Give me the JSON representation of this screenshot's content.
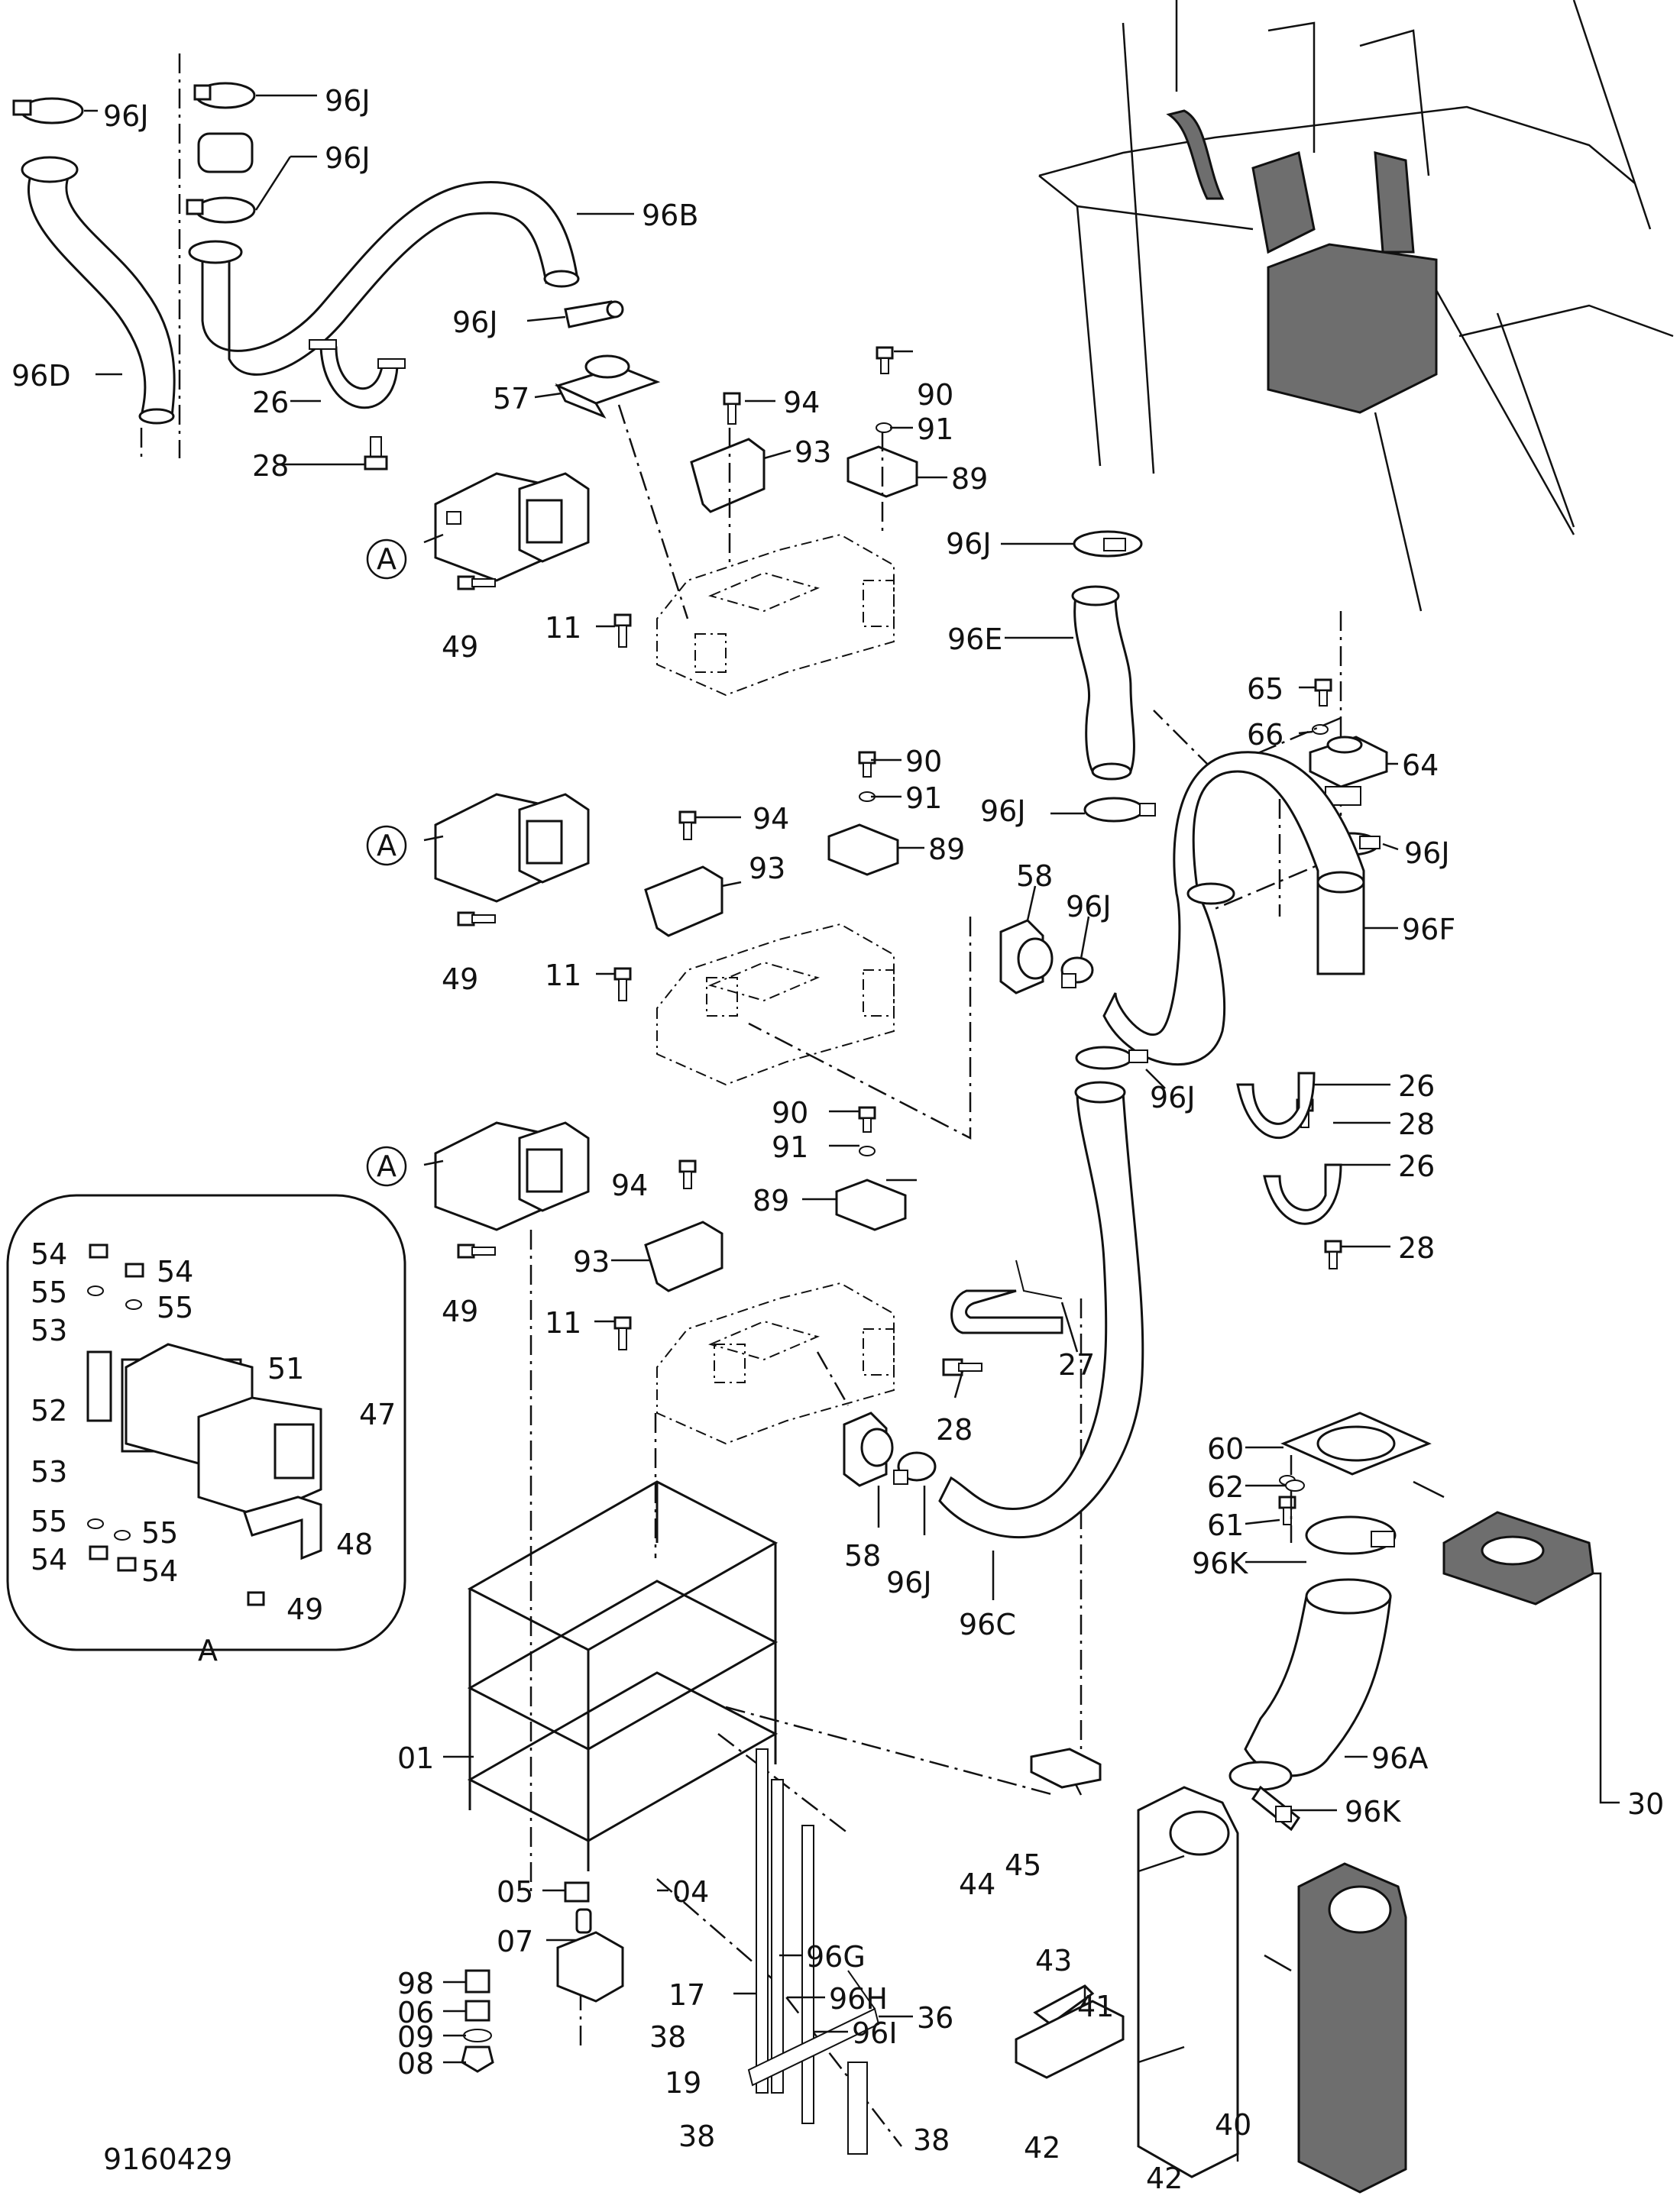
{
  "drawing": {
    "number": "9160429",
    "detail_view_title": "A"
  },
  "labels": {
    "l96J_a": "96J",
    "l96J_b": "96J",
    "l96J_c": "96J",
    "l96B": "96B",
    "l96J_d": "96J",
    "l96D": "96D",
    "l26_a": "26",
    "l57": "57",
    "l94_a": "94",
    "l90_a": "90",
    "l91_a": "91",
    "l93_a": "93",
    "l28_a": "28",
    "l89_a": "89",
    "lA_1": "A",
    "l96J_e": "96J",
    "l49_a": "49",
    "l11_a": "11",
    "l96E": "96E",
    "l65": "65",
    "l66": "66",
    "l64": "64",
    "l90_b": "90",
    "l91_b": "91",
    "l96J_f": "96J",
    "l94_b": "94",
    "lA_2": "A",
    "l89_b": "89",
    "l96J_g": "96J",
    "l93_b": "93",
    "l58_a": "58",
    "l96J_h": "96J",
    "l96F": "96F",
    "l49_b": "49",
    "l11_b": "11",
    "l26_b": "26",
    "l96J_i": "96J",
    "l28_b": "28",
    "l90_c": "90",
    "l91_c": "91",
    "lA_3": "A",
    "l94_c": "94",
    "l26_c": "26",
    "l89_c": "89",
    "l28_c": "28",
    "l54_a": "54",
    "l54_b": "54",
    "l55_a": "55",
    "l55_b": "55",
    "l53_a": "53",
    "l93_c": "93",
    "l49_c": "49",
    "l11_c": "11",
    "l51": "51",
    "l27": "27",
    "l52": "52",
    "l47": "47",
    "l28_d": "28",
    "l60": "60",
    "l53_b": "53",
    "l62": "62",
    "l58_b": "58",
    "l61": "61",
    "l55_c": "55",
    "l55_d": "55",
    "l48": "48",
    "l54_c": "54",
    "l54_d": "54",
    "l96J_j": "96J",
    "l96K_a": "96K",
    "l49_d": "49",
    "l96C": "96C",
    "lA_title": "A",
    "l01": "01",
    "l96A": "96A",
    "l30": "30",
    "l96K_b": "96K",
    "l04": "04",
    "l44": "44",
    "l45": "45",
    "l05": "05",
    "l07": "07",
    "l96G": "96G",
    "l43": "43",
    "l98": "98",
    "l17": "17",
    "l96H": "96H",
    "l06": "06",
    "l41": "41",
    "l38_a": "38",
    "l09": "09",
    "l96I": "96I",
    "l36": "36",
    "l19": "19",
    "l08": "08",
    "l40": "40",
    "l38_b": "38",
    "l38_c": "38",
    "l42_a": "42",
    "l42_b": "42"
  }
}
